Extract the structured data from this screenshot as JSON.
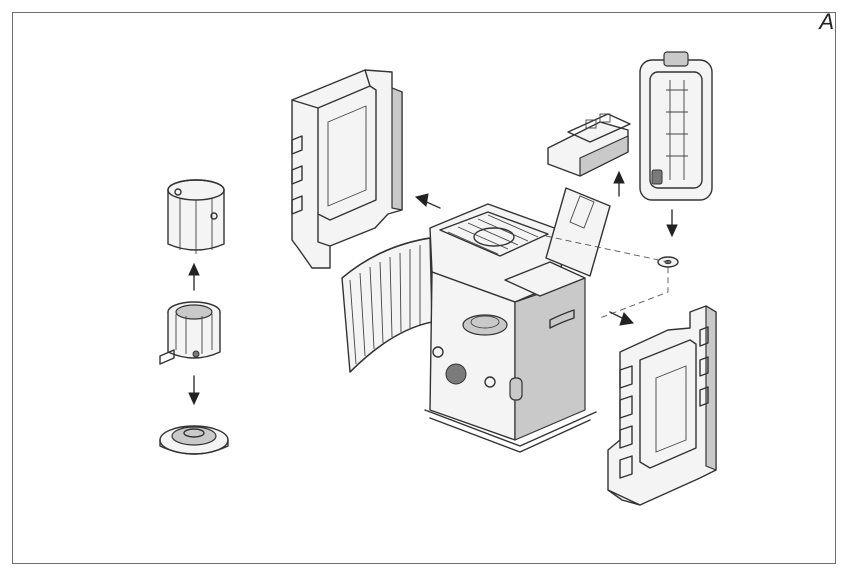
{
  "figure": {
    "label": "A"
  },
  "parts": [
    {
      "icon": "left-side-panel"
    },
    {
      "icon": "right-side-panel"
    },
    {
      "icon": "heater-body"
    },
    {
      "icon": "grille-door"
    },
    {
      "icon": "tank-lid"
    },
    {
      "icon": "control-block"
    },
    {
      "icon": "fuel-tank"
    },
    {
      "icon": "washer"
    },
    {
      "icon": "chimney-cylinder"
    },
    {
      "icon": "burner-unit"
    },
    {
      "icon": "burner-base-plate"
    }
  ]
}
